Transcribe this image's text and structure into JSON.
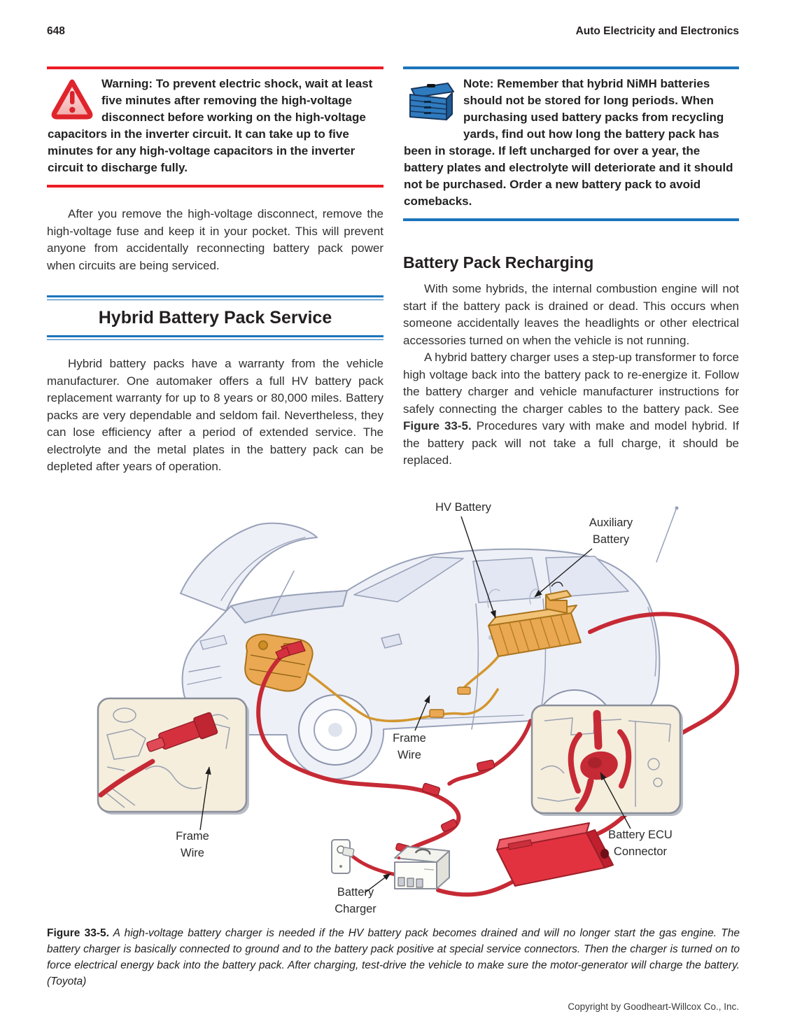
{
  "page": {
    "number": "648",
    "running_title": "Auto Electricity and Electronics",
    "copyright": "Copyright by Goodheart-Willcox Co., Inc."
  },
  "colors": {
    "rule_red": "#ed1c24",
    "rule_blue": "#1c75bc",
    "cable_red": "#c62a35",
    "component_orange": "#e9a851",
    "inset_beige": "#f5eedd"
  },
  "warning_box": {
    "icon": "warning-triangle-icon",
    "text": "Warning: To prevent electric shock, wait at least five minutes after removing the high-voltage disconnect before working on the high-voltage capacitors in the inverter circuit. It can take up to five minutes for any high-voltage capacitors in the inverter circuit to discharge fully."
  },
  "note_box": {
    "icon": "toolbox-icon",
    "text": "Note: Remember that hybrid NiMH batteries should not be stored for long periods. When purchasing used battery packs from recycling yards, find out how long the battery pack has been in storage. If left uncharged for over a year, the battery plates and electrolyte will deteriorate and it should not be purchased. Order a new battery pack to avoid comebacks."
  },
  "left_column": {
    "para_after_warning": "After you remove the high-voltage disconnect, remove the high-voltage fuse and keep it in your pocket. This will prevent anyone from accidentally reconnecting battery pack power when circuits are being serviced.",
    "section_heading": "Hybrid Battery Pack Service",
    "section_para": "Hybrid battery packs have a warranty from the vehicle manufacturer. One automaker offers a full HV battery pack replacement warranty for up to 8 years or 80,000 miles. Battery packs are very dependable and seldom fail. Nevertheless, they can lose efficiency after a period of extended service. The electrolyte and the metal plates in the battery pack can be depleted after years of operation."
  },
  "right_column": {
    "heading": "Battery Pack Recharging",
    "para1": "With some hybrids, the internal combustion engine will not start if the battery pack is drained or dead. This occurs when someone accidentally leaves the headlights or other electrical accessories turned on when the vehicle is not running.",
    "para2_before": "A hybrid battery charger uses a step-up transformer to force high voltage back into the battery pack to re-energize it. Follow the battery charger and vehicle manufacturer instructions for safely connecting the charger cables to the battery pack. See ",
    "para2_figref": "Figure 33-5.",
    "para2_after": " Procedures vary with make and model hybrid. If the battery pack will not take a full charge, it should be replaced."
  },
  "figure": {
    "labels": {
      "hv_battery": "HV Battery",
      "auxiliary_line1": "Auxiliary",
      "auxiliary_line2": "Battery",
      "frame_center_line1": "Frame",
      "frame_center_line2": "Wire",
      "frame_left_line1": "Frame",
      "frame_left_line2": "Wire",
      "charger_line1": "Battery",
      "charger_line2": "Charger",
      "ecu_line1": "Battery ECU",
      "ecu_line2": "Connector"
    }
  },
  "caption": {
    "figref": "Figure 33-5.",
    "text": " A high-voltage battery charger is needed if the HV battery pack becomes drained and will no longer start the gas engine. The battery charger is basically connected to ground and to the battery pack positive at special service connectors. Then the charger is turned on to force electrical energy back into the battery pack. After charging, test-drive the vehicle to make sure the motor-generator will charge the battery. (Toyota)"
  }
}
